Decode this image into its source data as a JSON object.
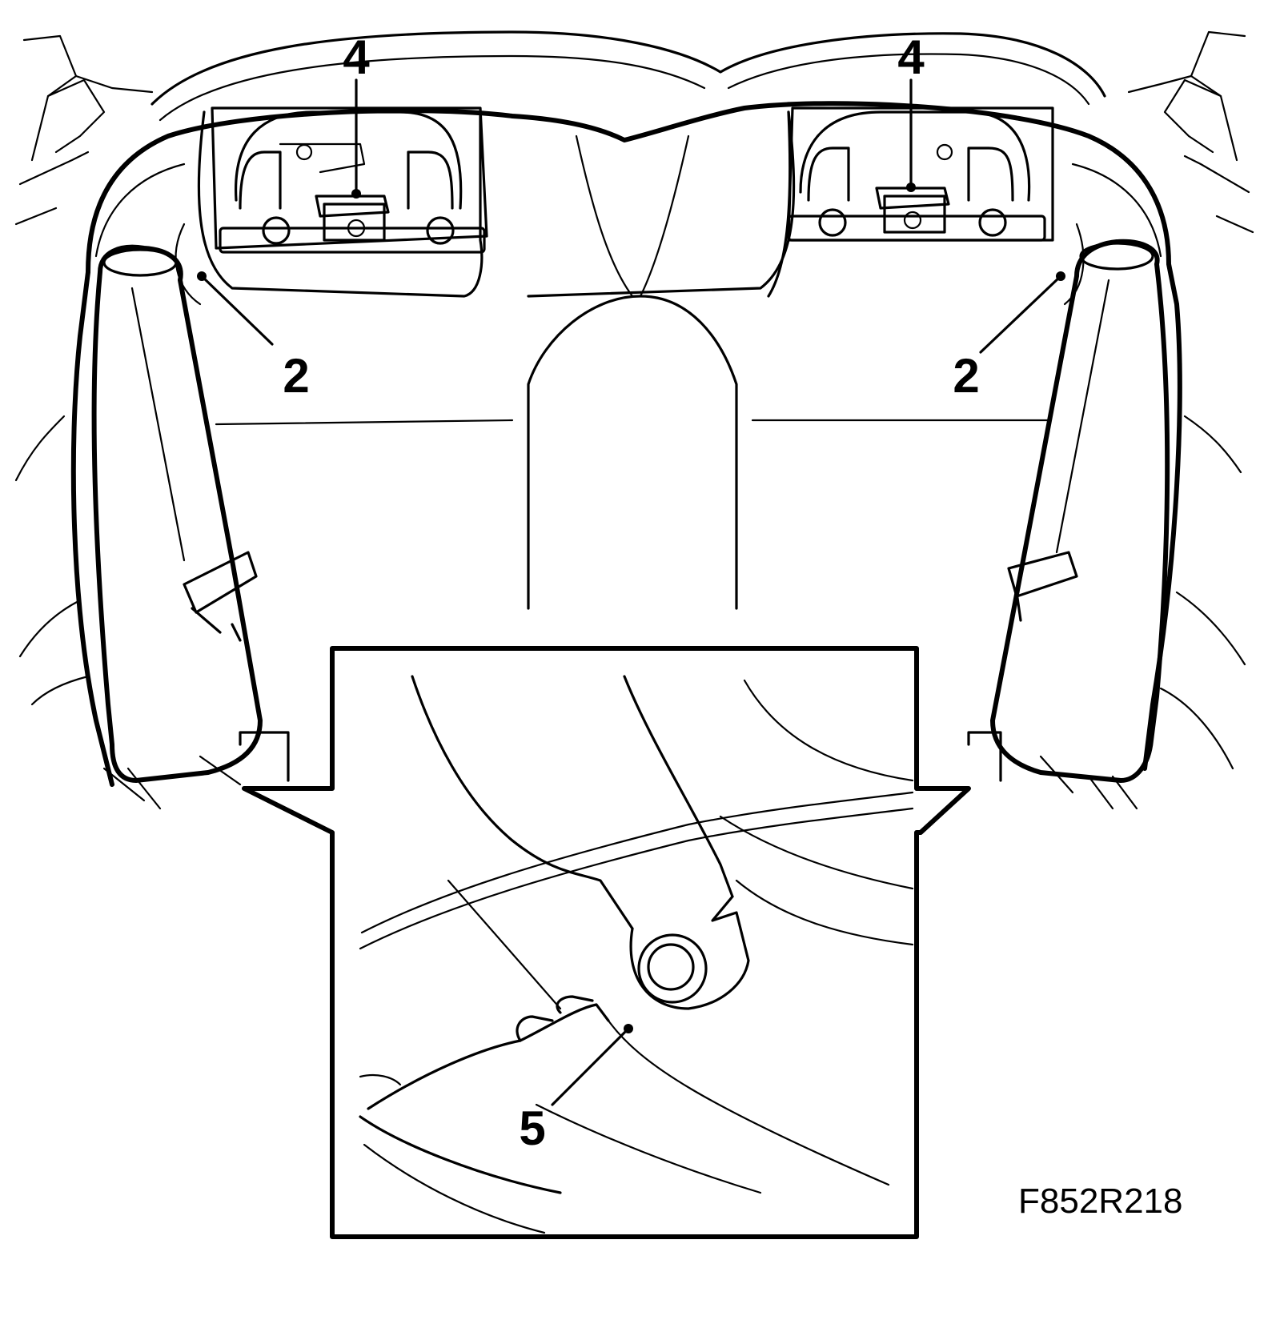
{
  "figure": {
    "id": "F852R218"
  },
  "callouts": {
    "left_anchor": "4",
    "right_anchor": "4",
    "left_cover": "2",
    "right_cover": "2",
    "inset_bolt": "5"
  },
  "icons": {
    "seat": "rear-seat-backrest-illustration",
    "anchor": "seat-belt-anchor-bracket-icon",
    "bolt": "anchor-bolt-icon"
  }
}
